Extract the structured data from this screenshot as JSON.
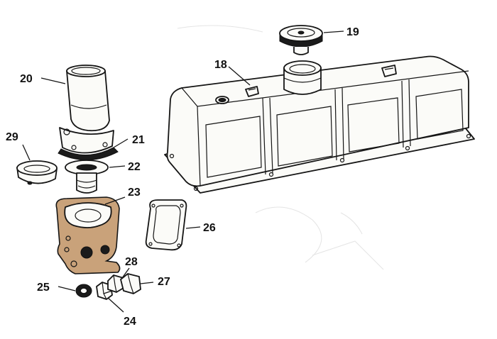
{
  "labels": {
    "p18": "18",
    "p19": "19",
    "p20": "20",
    "p21": "21",
    "p22": "22",
    "p23": "23",
    "p24": "24",
    "p25": "25",
    "p26": "26",
    "p27": "27",
    "p28": "28",
    "p29": "29"
  },
  "colors": {
    "line": "#151515",
    "gasket_fill": "#c9a27a",
    "background": "#ffffff"
  }
}
